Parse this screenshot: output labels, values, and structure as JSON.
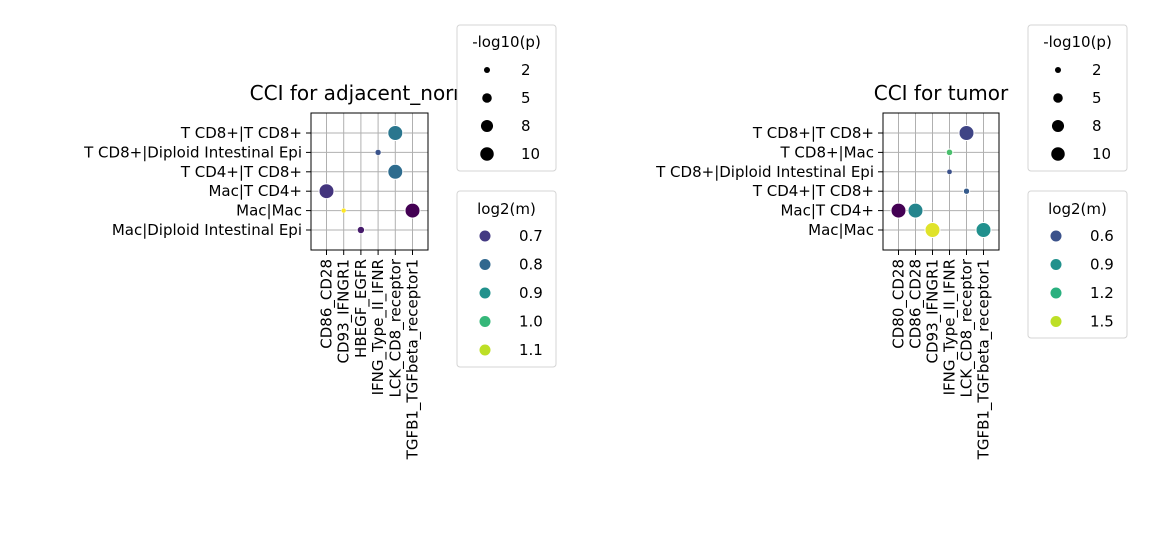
{
  "chart_data": [
    {
      "type": "scatter",
      "title": "CCI for adjacent_normal",
      "y_categories": [
        "T CD8+|T CD8+",
        "T CD8+|Diploid Intestinal Epi",
        "T CD4+|T CD8+",
        "Mac|T CD4+",
        "Mac|Mac",
        "Mac|Diploid Intestinal Epi"
      ],
      "x_categories": [
        "CD86_CD28",
        "CD93_IFNGR1",
        "HBEGF_EGFR",
        "IFNG_Type_II_IFNR",
        "LCK_CD8_receptor",
        "TGFB1_TGFbeta_receptor1"
      ],
      "grid": true,
      "points": [
        {
          "x": "LCK_CD8_receptor",
          "y": "T CD8+|T CD8+",
          "neg_log10_p": 10,
          "log2_m": 0.82
        },
        {
          "x": "IFNG_Type_II_IFNR",
          "y": "T CD8+|Diploid Intestinal Epi",
          "neg_log10_p": 1.5,
          "log2_m": 0.75
        },
        {
          "x": "LCK_CD8_receptor",
          "y": "T CD4+|T CD8+",
          "neg_log10_p": 10,
          "log2_m": 0.8
        },
        {
          "x": "CD86_CD28",
          "y": "Mac|T CD4+",
          "neg_log10_p": 10,
          "log2_m": 0.7
        },
        {
          "x": "CD93_IFNGR1",
          "y": "Mac|Mac",
          "neg_log10_p": 1,
          "log2_m": 1.12
        },
        {
          "x": "TGFB1_TGFbeta_receptor1",
          "y": "Mac|Mac",
          "neg_log10_p": 10,
          "log2_m": 0.62
        },
        {
          "x": "HBEGF_EGFR",
          "y": "Mac|Diploid Intestinal Epi",
          "neg_log10_p": 2.5,
          "log2_m": 0.66
        }
      ],
      "size_legend": {
        "title": "-log10(p)",
        "labels": [
          "2",
          "5",
          "8",
          "10"
        ],
        "values": [
          2,
          5,
          8,
          10
        ]
      },
      "color_legend": {
        "title": "log2(m)",
        "labels": [
          "0.7",
          "0.8",
          "0.9",
          "1.0",
          "1.1"
        ],
        "values": [
          0.7,
          0.8,
          0.9,
          1.0,
          1.1
        ],
        "colors": [
          "#443a83",
          "#31688e",
          "#21918c",
          "#35b779",
          "#bddf26"
        ]
      },
      "color_range": [
        0.62,
        1.12
      ]
    },
    {
      "type": "scatter",
      "title": "CCI for tumor",
      "y_categories": [
        "T CD8+|T CD8+",
        "T CD8+|Mac",
        "T CD8+|Diploid Intestinal Epi",
        "T CD4+|T CD8+",
        "Mac|T CD4+",
        "Mac|Mac"
      ],
      "x_categories": [
        "CD80_CD28",
        "CD86_CD28",
        "CD93_IFNGR1",
        "IFNG_Type_II_IFNR",
        "LCK_CD8_receptor",
        "TGFB1_TGFbeta_receptor1"
      ],
      "grid": true,
      "points": [
        {
          "x": "LCK_CD8_receptor",
          "y": "T CD8+|T CD8+",
          "neg_log10_p": 10,
          "log2_m": 0.7
        },
        {
          "x": "IFNG_Type_II_IFNR",
          "y": "T CD8+|Mac",
          "neg_log10_p": 2,
          "log2_m": 1.3
        },
        {
          "x": "IFNG_Type_II_IFNR",
          "y": "T CD8+|Diploid Intestinal Epi",
          "neg_log10_p": 1.2,
          "log2_m": 0.75
        },
        {
          "x": "LCK_CD8_receptor",
          "y": "T CD4+|T CD8+",
          "neg_log10_p": 1.8,
          "log2_m": 0.8
        },
        {
          "x": "CD80_CD28",
          "y": "Mac|T CD4+",
          "neg_log10_p": 10,
          "log2_m": 0.45
        },
        {
          "x": "CD86_CD28",
          "y": "Mac|T CD4+",
          "neg_log10_p": 10,
          "log2_m": 1.0
        },
        {
          "x": "CD93_IFNGR1",
          "y": "Mac|Mac",
          "neg_log10_p": 10,
          "log2_m": 1.6
        },
        {
          "x": "TGFB1_TGFbeta_receptor1",
          "y": "Mac|Mac",
          "neg_log10_p": 10,
          "log2_m": 1.05
        }
      ],
      "size_legend": {
        "title": "-log10(p)",
        "labels": [
          "2",
          "5",
          "8",
          "10"
        ],
        "values": [
          2,
          5,
          8,
          10
        ]
      },
      "color_legend": {
        "title": "log2(m)",
        "labels": [
          "0.6",
          "0.9",
          "1.2",
          "1.5"
        ],
        "values": [
          0.6,
          0.9,
          1.2,
          1.5
        ],
        "colors": [
          "#3b528b",
          "#21918c",
          "#2ab07f",
          "#bddf26"
        ]
      },
      "color_range": [
        0.45,
        1.65
      ]
    }
  ]
}
